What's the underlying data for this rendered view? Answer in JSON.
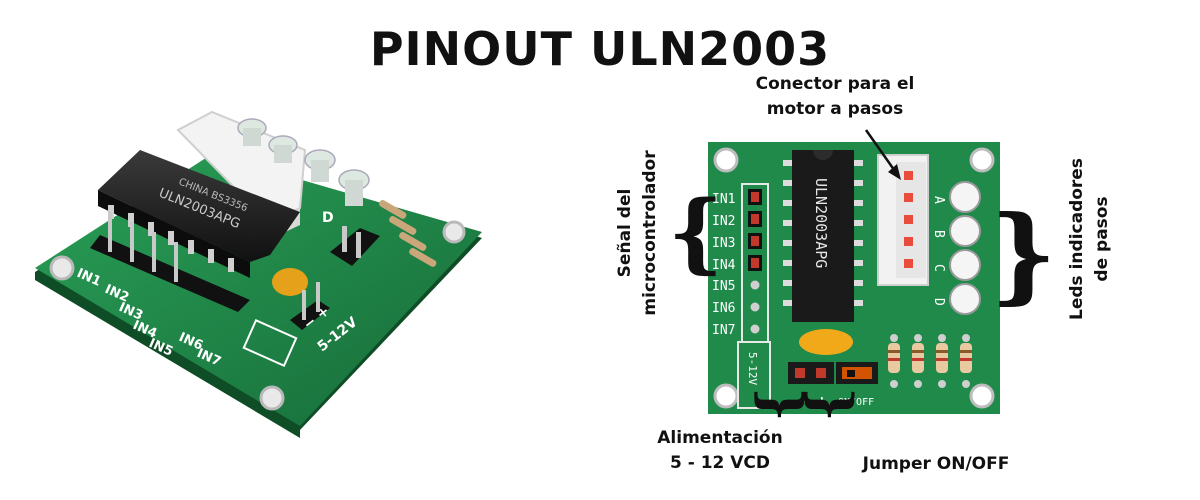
{
  "title": "PINOUT ULN2003",
  "labels": {
    "motor_connector_line1": "Conector para el",
    "motor_connector_line2": "motor a pasos",
    "signal_line1": "Señal del",
    "signal_line2": "microcontrolador",
    "leds_line1": "Leds indicadores",
    "leds_line2": "de pasos",
    "power_line1": "Alimentación",
    "power_line2": "5 - 12 VCD",
    "jumper": "Jumper ON/OFF"
  },
  "board": {
    "chip_text": "ULN2003APG",
    "inputs": [
      "IN1",
      "IN2",
      "IN3",
      "IN4",
      "IN5",
      "IN6",
      "IN7"
    ],
    "led_letters": [
      "A",
      "B",
      "C",
      "D"
    ],
    "voltage_text": "5-12V",
    "minus": "−",
    "plus": "+",
    "onoff": "ON/OFF"
  },
  "photo": {
    "chip_text_1": "CHINA BS3356",
    "chip_text_2": "ULN2003APG",
    "inputs": [
      "IN1",
      "IN2",
      "IN3",
      "IN4",
      "IN5",
      "IN6",
      "IN7"
    ],
    "voltage_text": "5-12V",
    "d_letter": "D",
    "plus_minus": "− +"
  },
  "colors": {
    "pcb": "#1f8a4a",
    "pcb_dark": "#176b39",
    "chip": "#1a1a1a",
    "pin_red": "#c0392b",
    "capacitor": "#f1a91a"
  }
}
